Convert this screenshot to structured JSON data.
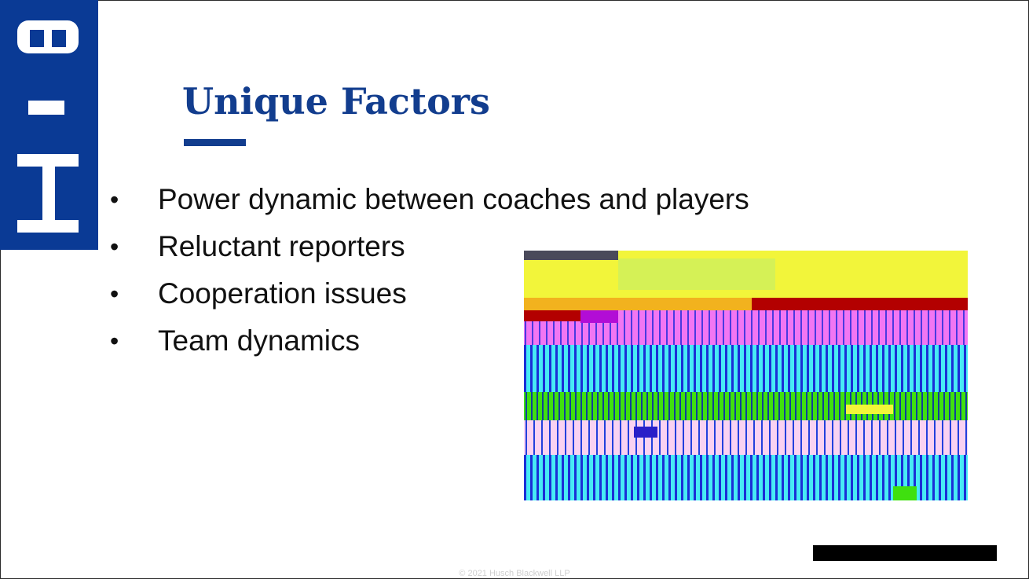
{
  "slide": {
    "title": "Unique Factors",
    "bullet_symbol": "•",
    "bullets": [
      "Power dynamic between coaches and players",
      "Reluctant reporters",
      "Cooperation issues",
      "Team dynamics"
    ],
    "footer": "© 2021 Husch Blackwell LLP"
  },
  "colors": {
    "brand_blue": "#0a3a95",
    "title_blue": "#123d8e",
    "text": "#111111"
  },
  "photo": {
    "description_icon": "image-icon"
  }
}
